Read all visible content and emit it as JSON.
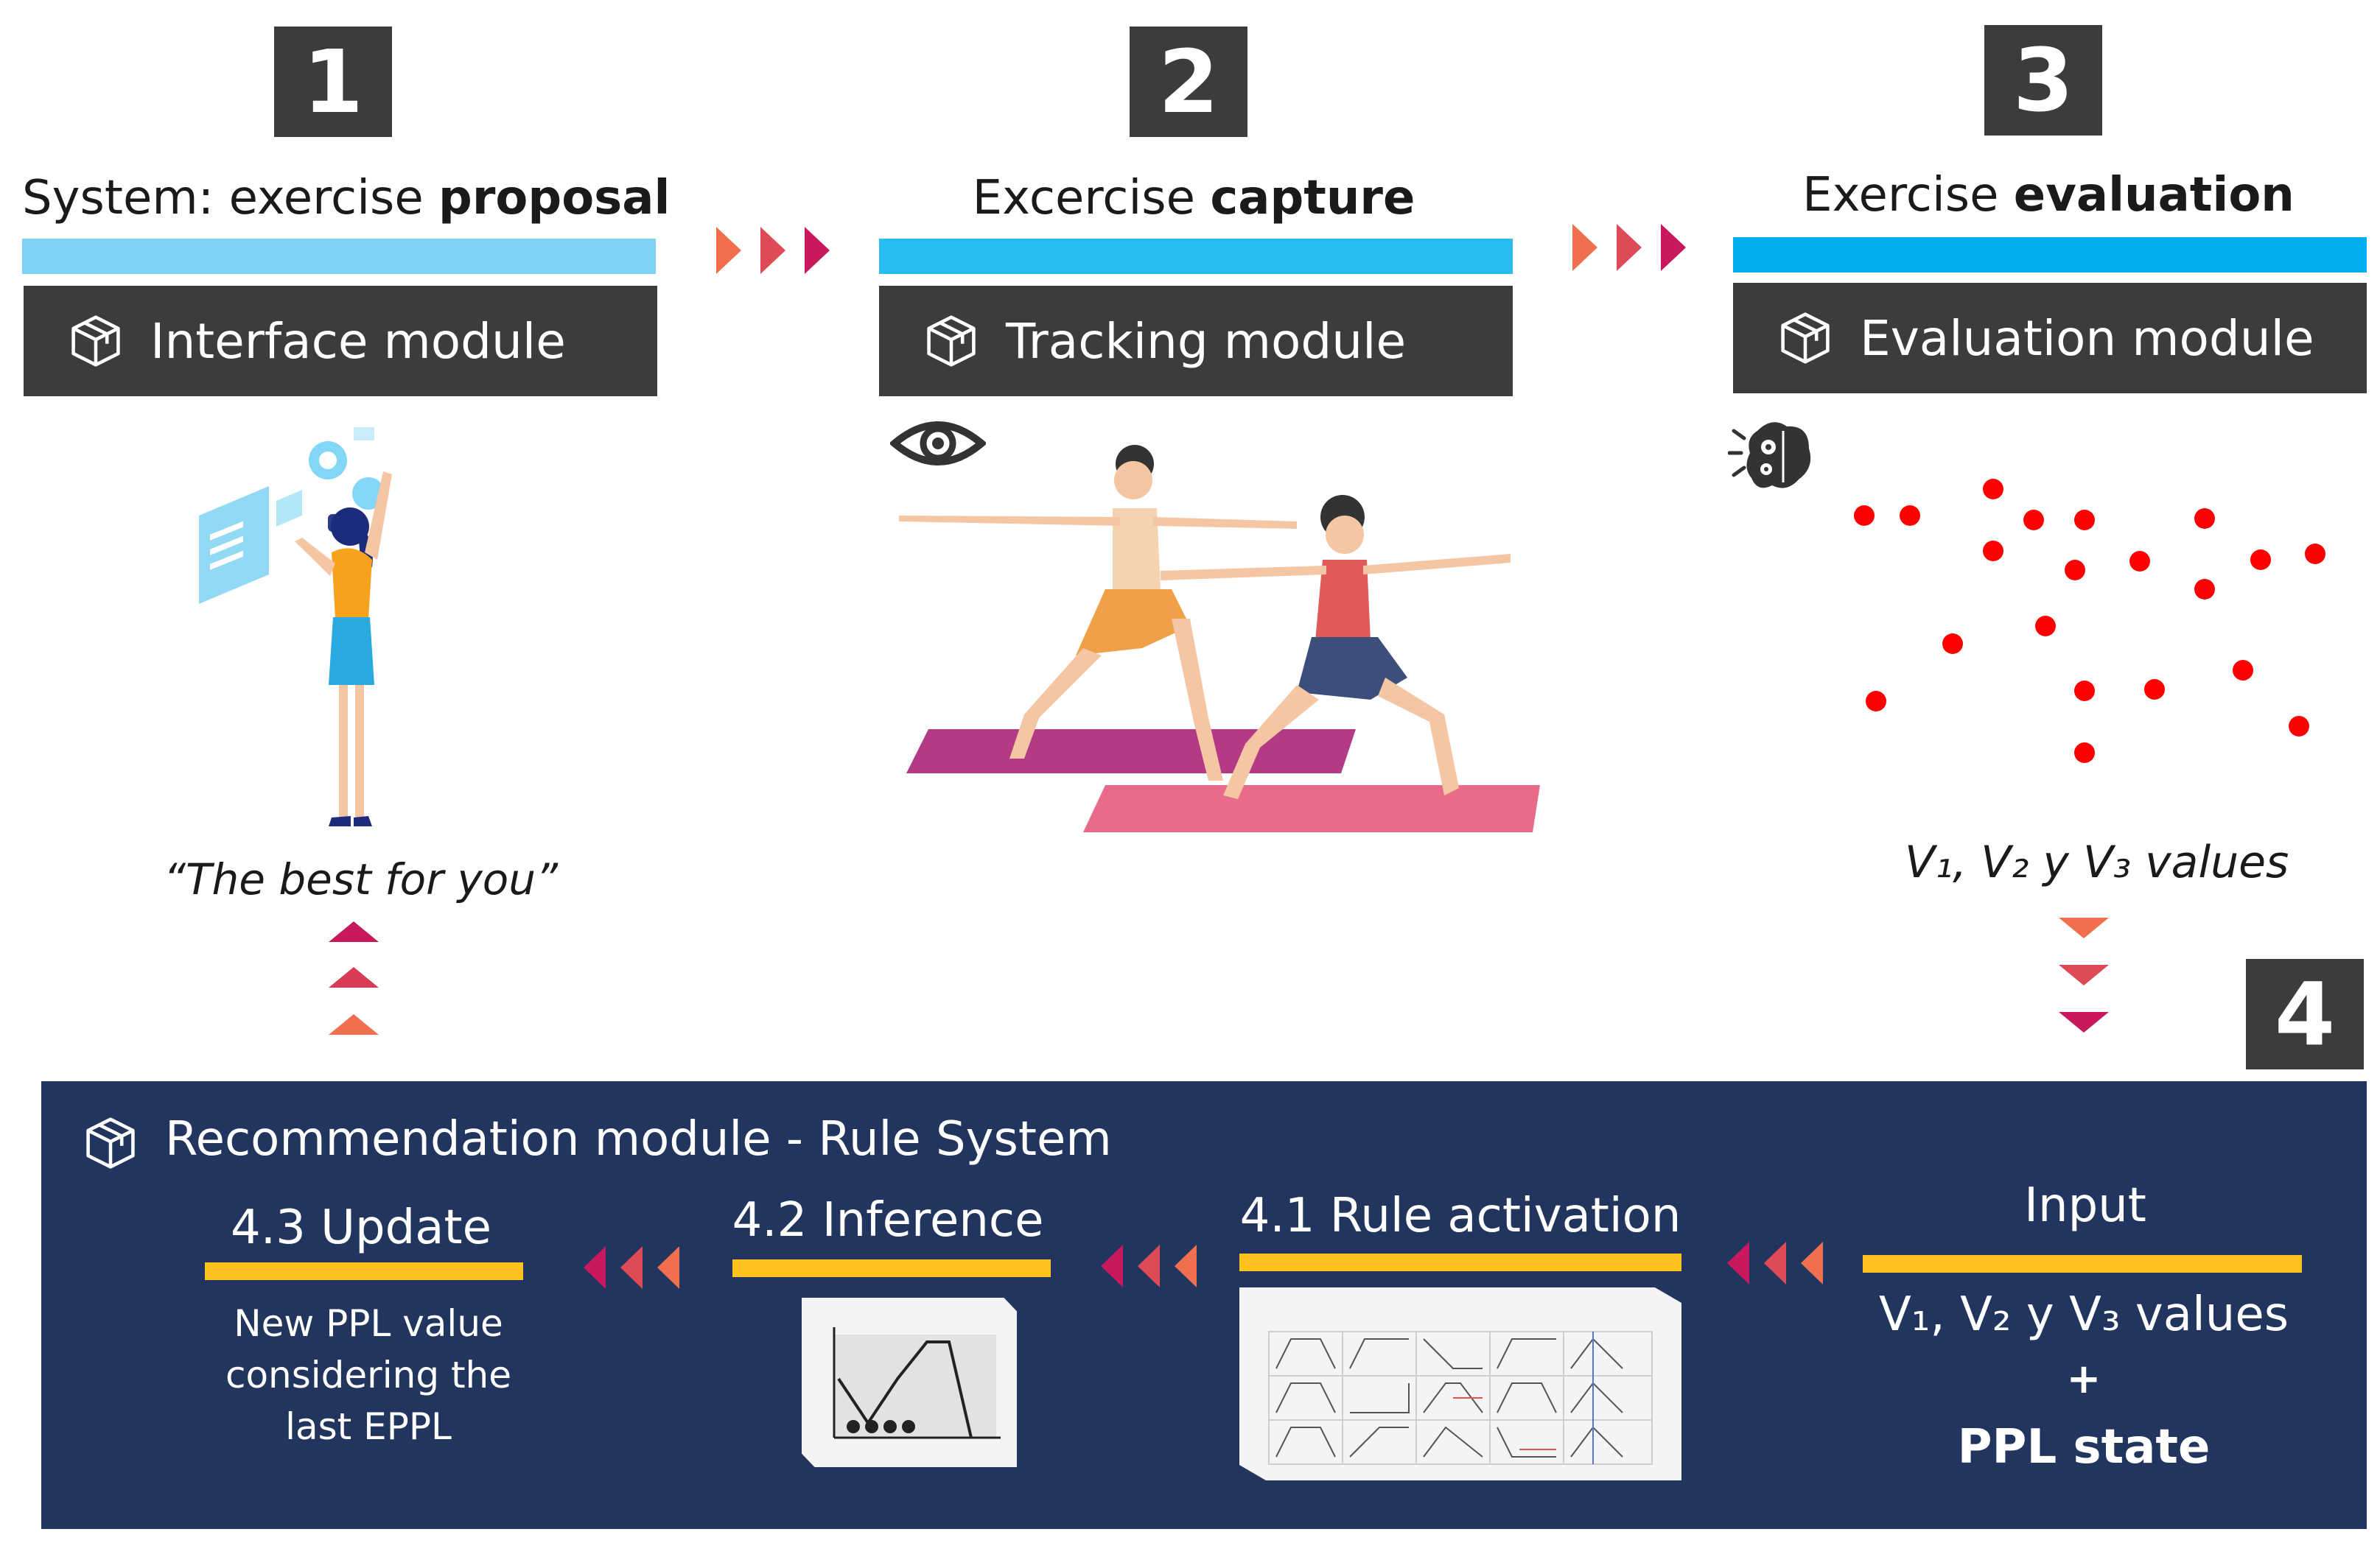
{
  "stages": [
    {
      "number": "1",
      "title_prefix": "System: exercise ",
      "title_bold": "proposal",
      "module": "Interface module",
      "bar_color": "#7fd3f5"
    },
    {
      "number": "2",
      "title_prefix": "Excercise ",
      "title_bold": "capture",
      "module": "Tracking module",
      "bar_color": "#29bdef"
    },
    {
      "number": "3",
      "title_prefix": "Exercise ",
      "title_bold": "evaluation",
      "module": "Evaluation module",
      "bar_color": "#00aeef"
    }
  ],
  "quote": "“The best for you”",
  "values_label": "V₁, V₂ y V₃ values",
  "stage4_number": "4",
  "recommendation": {
    "title": "Recommendation module - Rule System",
    "steps": [
      {
        "title": "4.3 Update",
        "description": [
          "New PPL value",
          "considering the",
          "last EPPL"
        ]
      },
      {
        "title": "4.2 Inference"
      },
      {
        "title": "4.1 Rule activation"
      },
      {
        "title": "Input",
        "line1": "V₁, V₂ y V₃ values",
        "plus": "+",
        "line3": "PPL state"
      }
    ]
  },
  "colors": {
    "dark_box": "#3c3c3c",
    "panel": "#22355e",
    "yellow": "#ffc11e",
    "chevron_start": "#ef6f4f",
    "chevron_end": "#c8195e",
    "dot": "#ff0000"
  },
  "icons": [
    "cube-icon",
    "eye-icon",
    "brain-gears-icon",
    "chevron-right-icon",
    "chevron-left-icon",
    "chevron-up-icon",
    "chevron-down-icon"
  ]
}
